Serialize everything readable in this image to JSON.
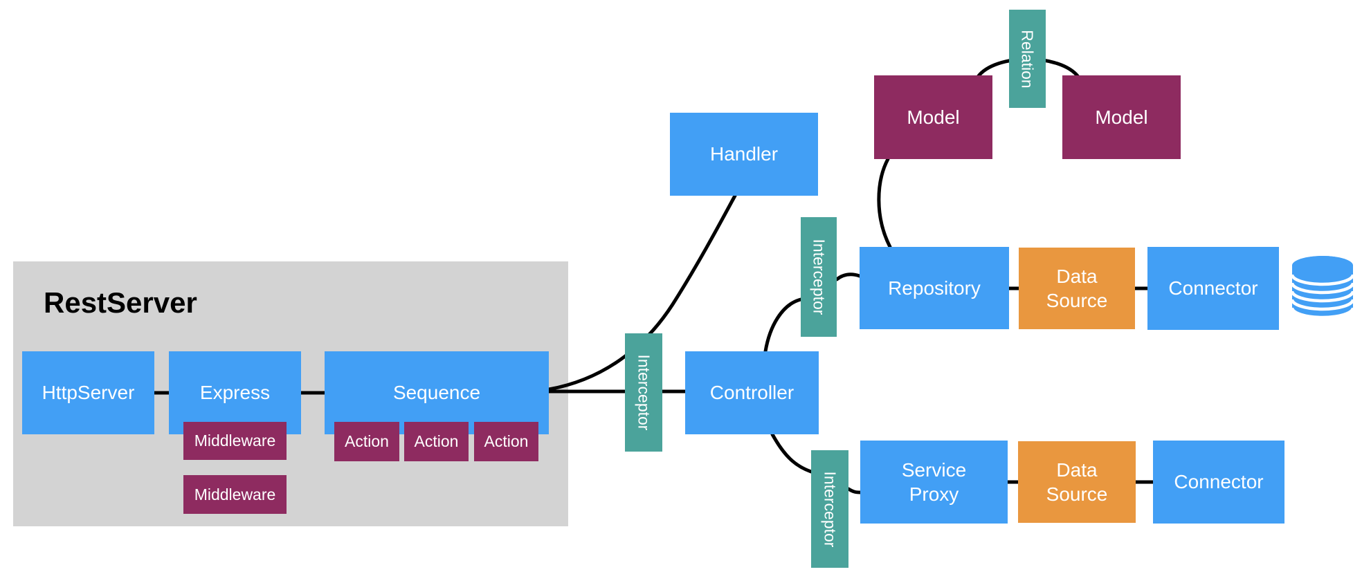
{
  "title": "RestServer",
  "labels": {
    "http_server": "HttpServer",
    "express": "Express",
    "sequence": "Sequence",
    "middleware": "Middleware",
    "action": "Action",
    "interceptor": "Interceptor",
    "handler": "Handler",
    "controller": "Controller",
    "model": "Model",
    "relation": "Relation",
    "repository": "Repository",
    "data_source": "Data Source",
    "connector": "Connector",
    "service_proxy": "Service Proxy"
  },
  "icons": {
    "database": "database-cylinder-icon"
  },
  "colors": {
    "node_blue": "#429ff5",
    "node_teal": "#4ba39b",
    "node_magenta": "#8e2b60",
    "node_orange": "#e9973f",
    "panel_gray": "#d3d3d3",
    "line_black": "#000000",
    "text_white": "#ffffff",
    "title_black": "#000000"
  }
}
